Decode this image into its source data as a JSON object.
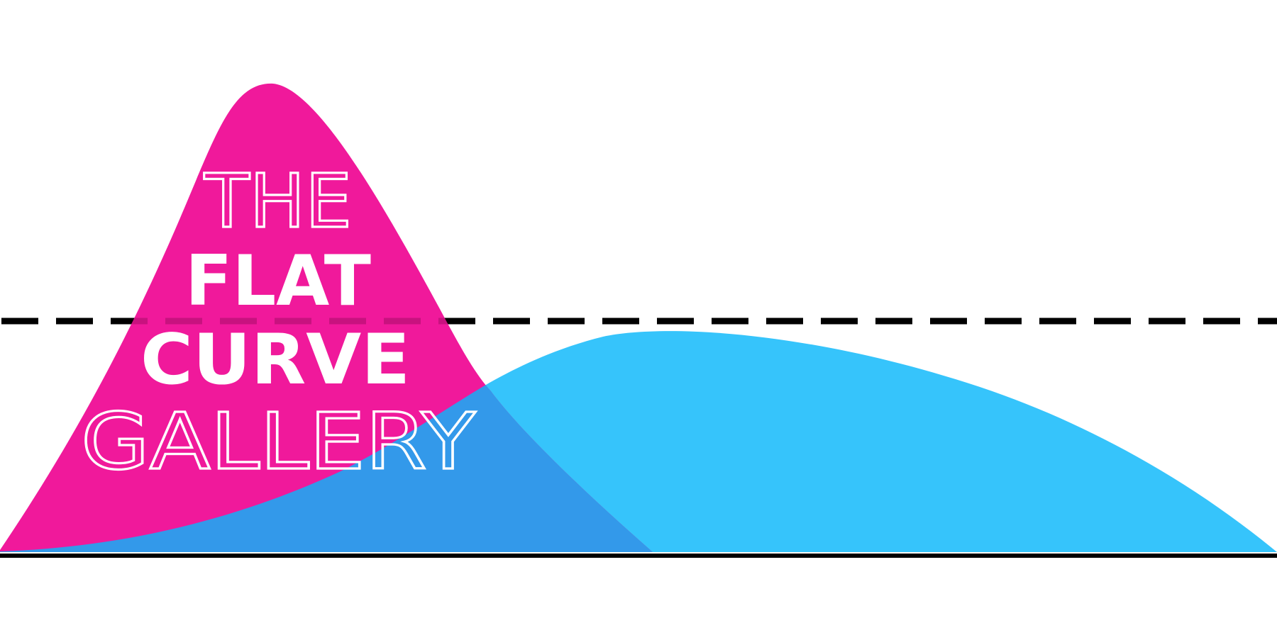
{
  "logo": {
    "line1": "THE",
    "line2": "FLAT",
    "line3": "CURVE",
    "line4": "GALLERY"
  },
  "colors": {
    "background": "#ffffff",
    "pink_curve": "#f0199b",
    "blue_curve": "#36c4fb",
    "overlap": "#3399ea",
    "dash_line": "#000000",
    "dash_over_pink": "#c8127f",
    "baseline": "#000000",
    "text": "#ffffff"
  }
}
